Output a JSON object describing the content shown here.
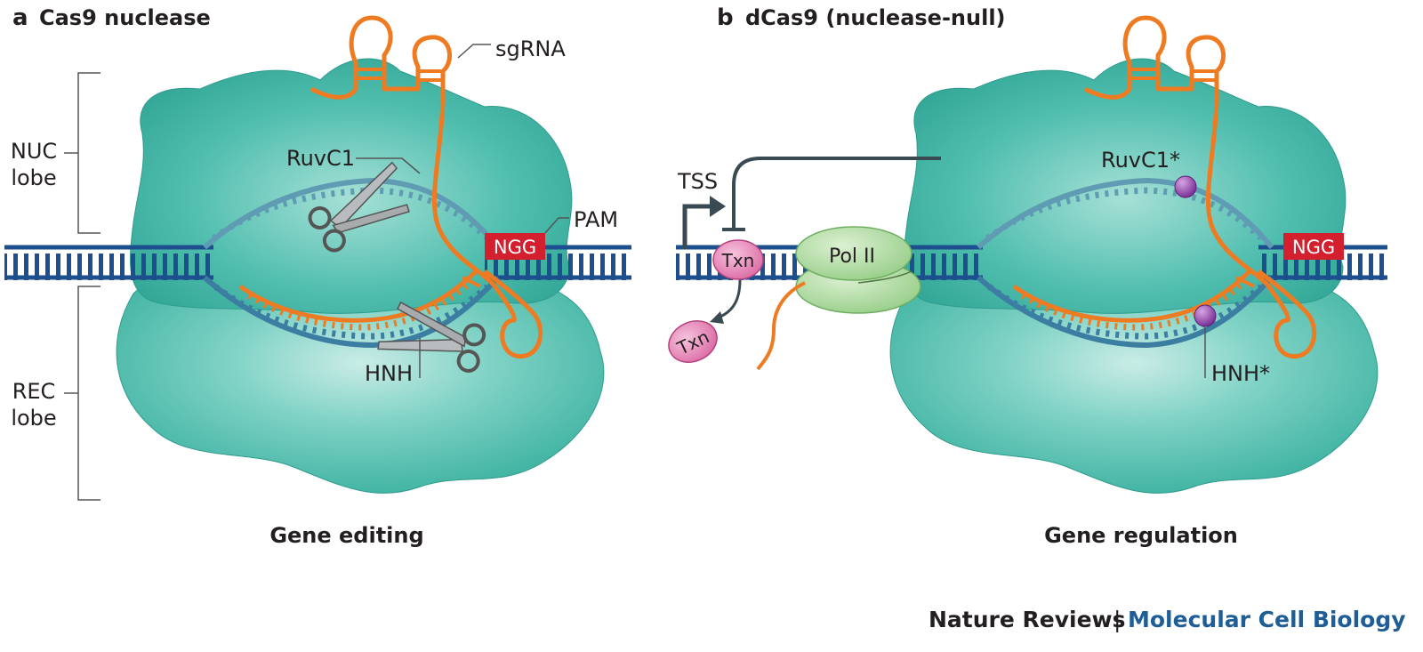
{
  "panel_a": {
    "letter": "a",
    "title": "Cas9 nuclease",
    "labels": {
      "nuc_lobe_line1": "NUC",
      "nuc_lobe_line2": "lobe",
      "rec_lobe_line1": "REC",
      "rec_lobe_line2": "lobe",
      "sgrna": "sgRNA",
      "ruvc1": "RuvC1",
      "pam": "PAM",
      "ngg": "NGG",
      "hnh": "HNH"
    },
    "caption": "Gene editing"
  },
  "panel_b": {
    "letter": "b",
    "title": "dCas9 (nuclease-null)",
    "labels": {
      "tss": "TSS",
      "txn_bound": "Txn",
      "txn_free": "Txn",
      "pol2": "Pol II",
      "ruvc1_mut": "RuvC1*",
      "hnh_mut": "HNH*",
      "ngg": "NGG"
    },
    "caption": "Gene regulation"
  },
  "credit": {
    "journal": "Nature Reviews",
    "separator": "|",
    "section": "Molecular Cell Biology"
  },
  "colors": {
    "protein": "#3fb8a8",
    "dna": "#1d4f8f",
    "dna_inner": "#4a86a8",
    "rna": "#ee7b22",
    "pam_box": "#d31f2e",
    "txn": "#e178ad",
    "pol2": "#a8d89a",
    "mutation_dot": "#8b47a8",
    "credit_section": "#1f5d96"
  },
  "icons": [
    "scissors-icon",
    "tss-arrow-icon",
    "repression-bar-icon"
  ]
}
